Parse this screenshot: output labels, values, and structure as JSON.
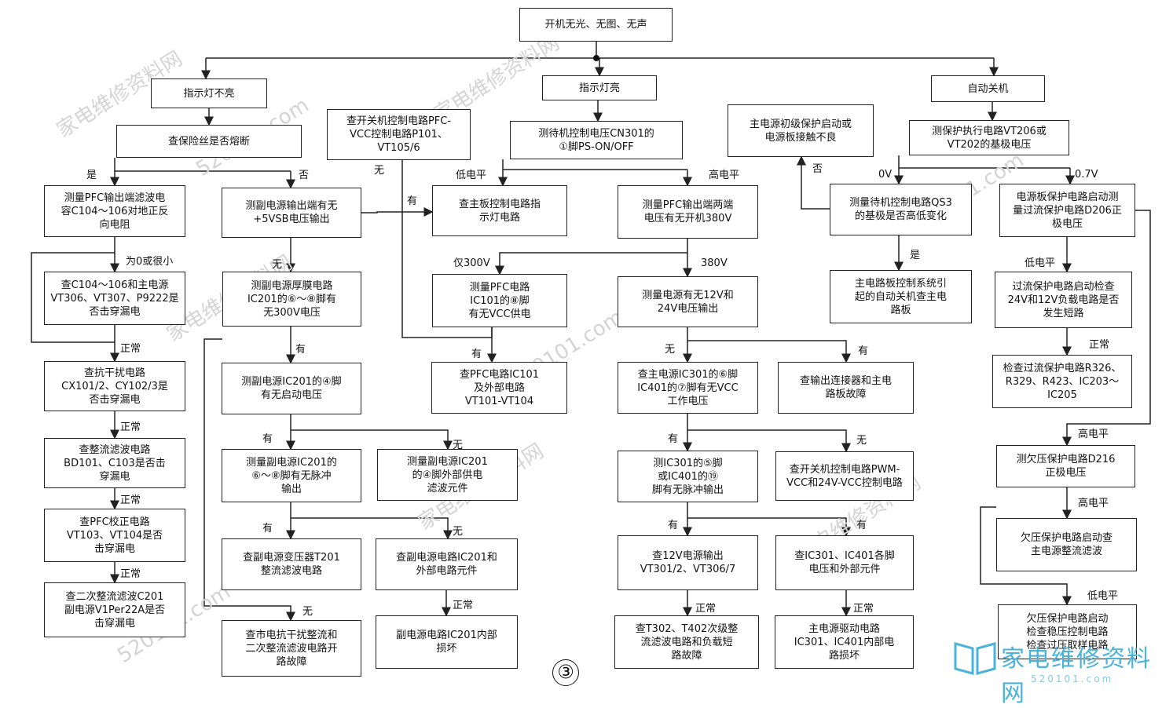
{
  "boxes": {
    "root": "开机无光、无图、无声",
    "indicator_off": "指示灯不亮",
    "indicator_on": "指示灯亮",
    "auto_off": "自动关机",
    "check_fuse": "查保险丝是否熔断",
    "check_pfc_ctrl": "查开关机控制电路PFC-\nVCC控制电路P101、\nVT105/6",
    "measure_standby": "测待机控制电压CN301的\n①脚PS-ON/OFF",
    "main_power_primary": "主电源初级保护启动或\n电源板接触不良",
    "measure_vt206": "测保护执行电路VT206或\nVT202的基极电压",
    "measure_pfc_cap": "测量PFC输出端滤波电\n容C104～106对地正反\n向电阻",
    "measure_5vsb": "测副电源输出端有无\n+5VSB电压输出",
    "check_mainboard": "查主板控制电路指\n示灯电路",
    "measure_pfc_380": "测量PFC输出端两端\n电压有无开机380V",
    "measure_qs3": "测量待机控制电路QS3\n的基极是否高低变化",
    "power_board_current": "电源板保护电路启动测\n量过流保护电路D206正\n极电压",
    "check_c104": "查C104～106和主电源\nVT306、VT307、P9222是\n否击穿漏电",
    "measure_ic201_300v": "测副电源厚膜电路\nIC201的⑥～⑧脚有\n无300V电压",
    "measure_ic101_vcc": "测量PFC电路\nIC101的⑧脚\n有无VCC供电",
    "measure_12v_24v": "测量电源有无12V和\n24V电压输出",
    "main_board_ctrl": "主电路板控制系统引\n起的自动关机查主电\n路板",
    "overcurrent_check": "过流保护电路启动检查\n24V和12V负载电路是否\n发生短路",
    "check_interference": "查抗干扰电路\nCX101/2、CY102/3是\n否击穿漏电",
    "measure_ic201_start": "测副电源IC201的④脚\n有无启动电压",
    "check_ic101_ext": "查PFC电路IC101\n及外部电路\nVT101-VT104",
    "check_ic301_vcc": "查主电源IC301的⑥脚\nIC401的⑦脚有无VCC\n工作电压",
    "check_connector": "查输出连接器和主电\n路板故障",
    "check_r326": "检查过流保护电路R326、\nR329、R423、IC203～\nIC205",
    "check_rectifier": "查整流滤波电路\nBD101、C103是否击\n穿漏电",
    "measure_ic201_pulse": "测量副电源IC201的\n⑥～⑧脚有无脉冲\n输出",
    "measure_ic201_supply": "测量副电源IC201\n的④脚外部供电\n滤波元件",
    "measure_ic301_pulse": "测IC301的⑤脚\n或IC401的⑲\n脚有无脉冲输出",
    "check_pwm_vcc": "查开关机控制电路PWM-\nVCC和24V-VCC控制电路",
    "measure_d216": "测欠压保护电路D216\n正极电压",
    "check_pfc_correction": "查PFC校正电路\nVT103、VT104是否\n击穿漏电",
    "check_t201": "查副电源变压器T201\n整流滤波电路",
    "check_ic201_ext": "查副电源电路IC201和\n外部电路元件",
    "check_12v_output": "查12V电源输出\nVT301/2、VT306/7",
    "check_ic301_parts": "查IC301、IC401各脚\n电压和外部元件",
    "undervoltage_rectifier": "欠压保护电路启动查\n主电源整流滤波",
    "check_c201": "查二次整流滤波C201\n副电源V1Per22A是否\n击穿漏电",
    "check_mains_filter": "查市电抗干扰整流和\n二次整流滤波电路开\n路故障",
    "ic201_internal": "副电源电路IC201内部\n损坏",
    "check_t302": "查T302、T402次级整\n流滤波电路和负载短\n路故障",
    "main_driver": "主电源驱动电路\nIC301、IC401内部电\n路损坏",
    "undervoltage_regulator": "欠压保护电路启动\n检查稳压控制电路\n检查过压取样电路"
  },
  "labels": {
    "yes": "是",
    "no": "否",
    "none": "无",
    "has": "有",
    "low": "低电平",
    "high": "高电平",
    "zero_v": "0V",
    "point7_v": "0.7V",
    "zero_or_small": "为0或很小",
    "normal": "正常",
    "only_300v": "仅300V",
    "v380": "380V"
  },
  "figure_number": "③",
  "watermark": {
    "site": "家电维修资料网",
    "url": "520101.com",
    "logo_text": "家电维修资料网",
    "logo_url": "520101.com"
  },
  "colors": {
    "line": "#222222",
    "watermark": "#d4d4d4",
    "logo": "#4ab3d9"
  }
}
